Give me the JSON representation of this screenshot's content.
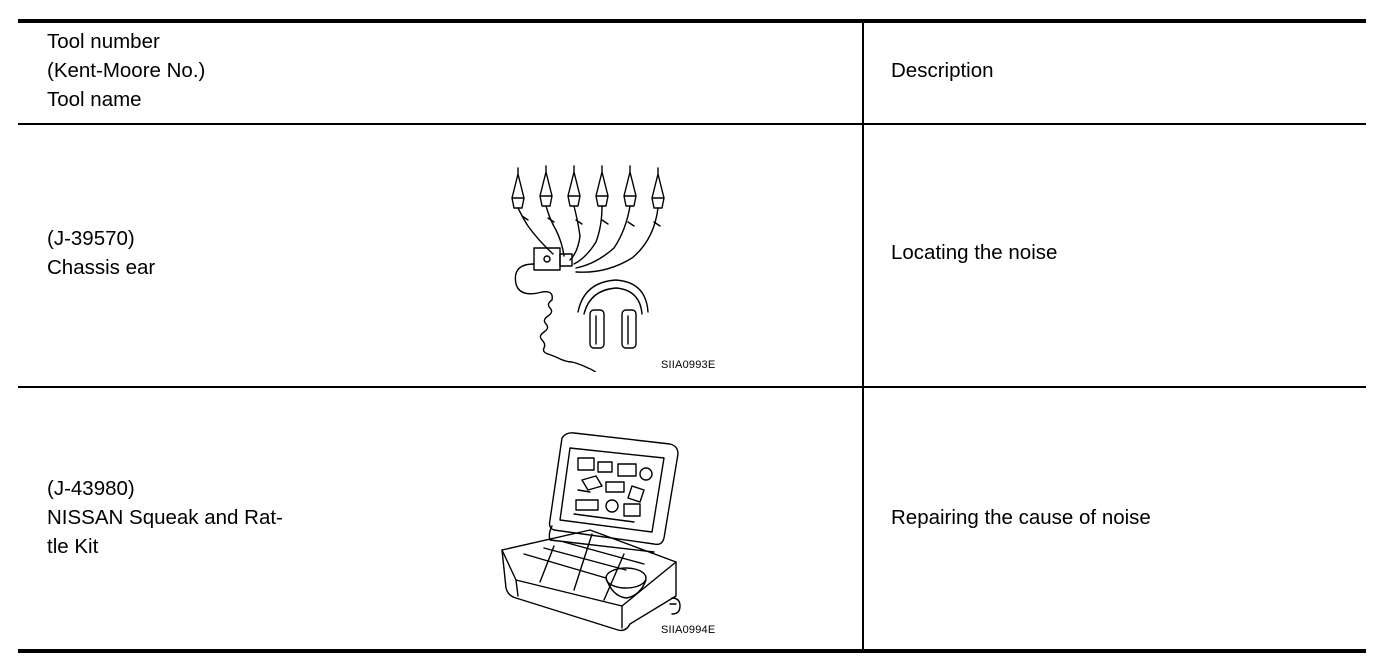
{
  "header": {
    "tool_line1": "Tool number",
    "tool_line2": "(Kent-Moore No.)",
    "tool_line3": "Tool name",
    "description": "Description"
  },
  "rows": [
    {
      "number": "(J-39570)",
      "name_line1": "Chassis ear",
      "figure_code": "SIIA0993E",
      "figure_icon": "chassis-ear-headphones-illustration",
      "description": "Locating the noise"
    },
    {
      "number": "(J-43980)",
      "name_line1": "NISSAN Squeak and Rat-",
      "name_line2": "tle Kit",
      "figure_code": "SIIA0994E",
      "figure_icon": "open-toolcase-illustration",
      "description": "Repairing the cause of noise"
    }
  ]
}
